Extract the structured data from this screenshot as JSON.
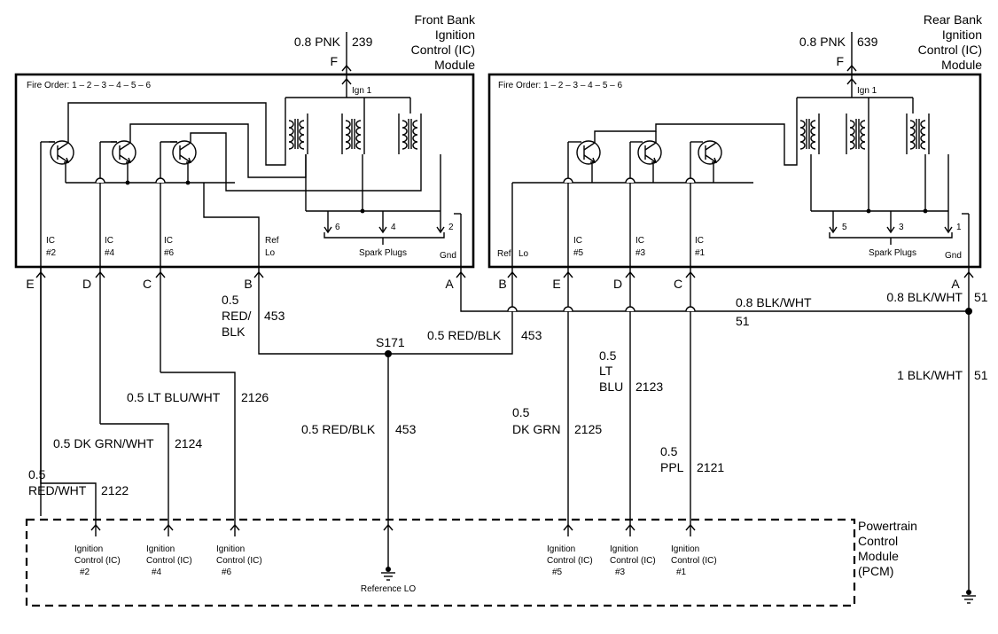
{
  "front_module": {
    "title_lines": [
      "Front Bank",
      "Ignition",
      "Control (IC)",
      "Module"
    ],
    "fire_order": "Fire Order: 1 – 2 – 3 – 4 – 5 – 6",
    "feed_wire": "0.8 PNK",
    "feed_circuit": "239",
    "feed_pin": "F",
    "ign_label": "Ign 1",
    "coil_numbers": [
      "6",
      "4",
      "2"
    ],
    "spark_plugs": "Spark Plugs",
    "inner_labels": {
      "ic2_a": "IC",
      "ic2_b": "#2",
      "ic4_a": "IC",
      "ic4_b": "#4",
      "ic6_a": "IC",
      "ic6_b": "#6",
      "ref_a": "Ref",
      "ref_b": "Lo",
      "gnd": "Gnd"
    },
    "pins": [
      "E",
      "D",
      "C",
      "B",
      "A"
    ]
  },
  "rear_module": {
    "title_lines": [
      "Rear Bank",
      "Ignition",
      "Control (IC)",
      "Module"
    ],
    "fire_order": "Fire Order: 1 – 2 – 3 – 4 – 5 – 6",
    "feed_wire": "0.8 PNK",
    "feed_circuit": "639",
    "feed_pin": "F",
    "ign_label": "Ign 1",
    "coil_numbers": [
      "5",
      "3",
      "1"
    ],
    "spark_plugs": "Spark Plugs",
    "inner_labels": {
      "ref_a": "Ref",
      "ref_b": "Lo",
      "ic5_a": "IC",
      "ic5_b": "#5",
      "ic3_a": "IC",
      "ic3_b": "#3",
      "ic1_a": "IC",
      "ic1_b": "#1",
      "gnd": "Gnd"
    },
    "pins": [
      "B",
      "E",
      "D",
      "C",
      "A"
    ]
  },
  "wires": {
    "front_b_color_1": "0.5",
    "front_b_color_2": "RED/",
    "front_b_color_3": "BLK",
    "front_b_circuit": "453",
    "splice": "S171",
    "rear_ref_color": "0.5 RED/BLK",
    "rear_ref_circuit": "453",
    "splice_pcm_color": "0.5 RED/BLK",
    "splice_pcm_circuit": "453",
    "ground_bus_color": "0.8 BLK/WHT",
    "ground_bus_circuit": "51",
    "rear_a_color": "0.8 BLK/WHT",
    "rear_a_circuit": "51",
    "ground_color": "1 BLK/WHT",
    "ground_circuit": "51",
    "ic6_color": "0.5 LT BLU/WHT",
    "ic6_circuit": "2126",
    "ic4_color": "0.5 DK GRN/WHT",
    "ic4_circuit": "2124",
    "ic2_color_1": "0.5",
    "ic2_color_2": "RED/WHT",
    "ic2_circuit": "2122",
    "ic5_color_1": "0.5",
    "ic5_color_2": "DK GRN",
    "ic5_circuit": "2125",
    "ic3_color_1": "0.5",
    "ic3_color_2": "LT",
    "ic3_color_3": "BLU",
    "ic3_circuit": "2123",
    "ic1_color_1": "0.5",
    "ic1_color_2": "PPL",
    "ic1_circuit": "2121"
  },
  "pcm": {
    "title_lines": [
      "Powertrain",
      "Control",
      "Module",
      "(PCM)"
    ],
    "terminals": [
      {
        "line1": "Ignition",
        "line2": "Control (IC)",
        "line3": "#2"
      },
      {
        "line1": "Ignition",
        "line2": "Control (IC)",
        "line3": "#4"
      },
      {
        "line1": "Ignition",
        "line2": "Control (IC)",
        "line3": "#6"
      },
      {
        "line1": "Ignition",
        "line2": "Control (IC)",
        "line3": "#5"
      },
      {
        "line1": "Ignition",
        "line2": "Control (IC)",
        "line3": "#3"
      },
      {
        "line1": "Ignition",
        "line2": "Control (IC)",
        "line3": "#1"
      }
    ],
    "reference_lo": "Reference LO"
  }
}
